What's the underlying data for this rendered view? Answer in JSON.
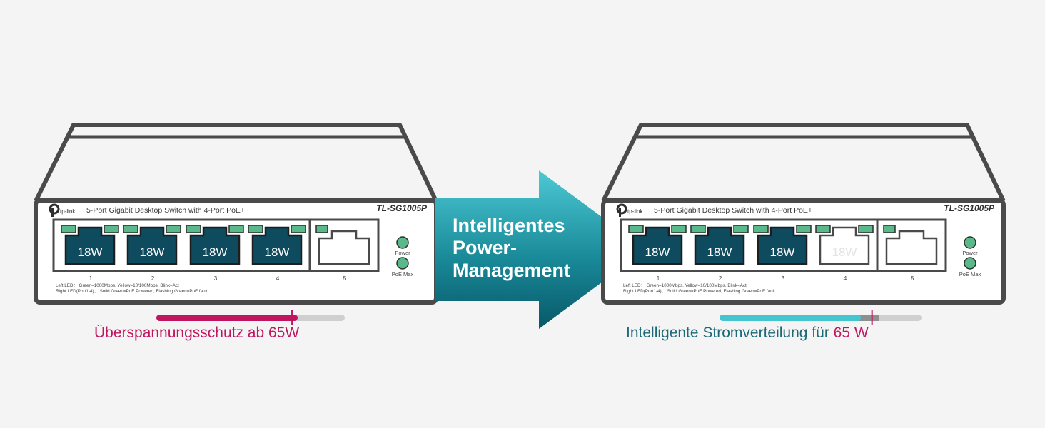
{
  "switch": {
    "brand": "tp-link",
    "title": "5-Port Gigabit Desktop Switch with 4-Port PoE+",
    "model": "TL-SG1005P",
    "port_numbers": [
      "1",
      "2",
      "3",
      "4",
      "5"
    ],
    "led_power": "Power",
    "led_poe_max": "PoE Max",
    "legend_line1": "Left LED： Green=1000Mbps, Yellow=10/100Mbps, Blink=Act",
    "legend_line2": "Right LED(Port1-4)： Solid Green=PoE Powered, Flashing Green=PoE fault"
  },
  "left_device": {
    "port_power": [
      "18W",
      "18W",
      "18W",
      "18W"
    ],
    "powered_ports": [
      true,
      true,
      true,
      true
    ]
  },
  "right_device": {
    "port_power": [
      "18W",
      "18W",
      "18W",
      "18W"
    ],
    "powered_ports": [
      true,
      true,
      true,
      false
    ]
  },
  "arrow": {
    "line1": "Intelligentes",
    "line2": "Power-",
    "line3": "Management"
  },
  "left_meter": {
    "fill_fraction": 0.75,
    "marker_fraction": 0.72
  },
  "right_meter": {
    "fill_fraction": 0.7,
    "marker_fraction": 0.755
  },
  "captions": {
    "left": "Überspannungsschutz ab 65W",
    "right_prefix": "Intelligente Stromverteilung für ",
    "right_value": "65 W"
  },
  "colors": {
    "background": "#f4f4f4",
    "outline": "#4a4a4a",
    "port_fill": "#0f4b5e",
    "led_green": "#5ab98a",
    "accent_magenta": "#c0165f",
    "accent_teal": "#44c6d1",
    "track_gray": "#cfcfcf"
  }
}
